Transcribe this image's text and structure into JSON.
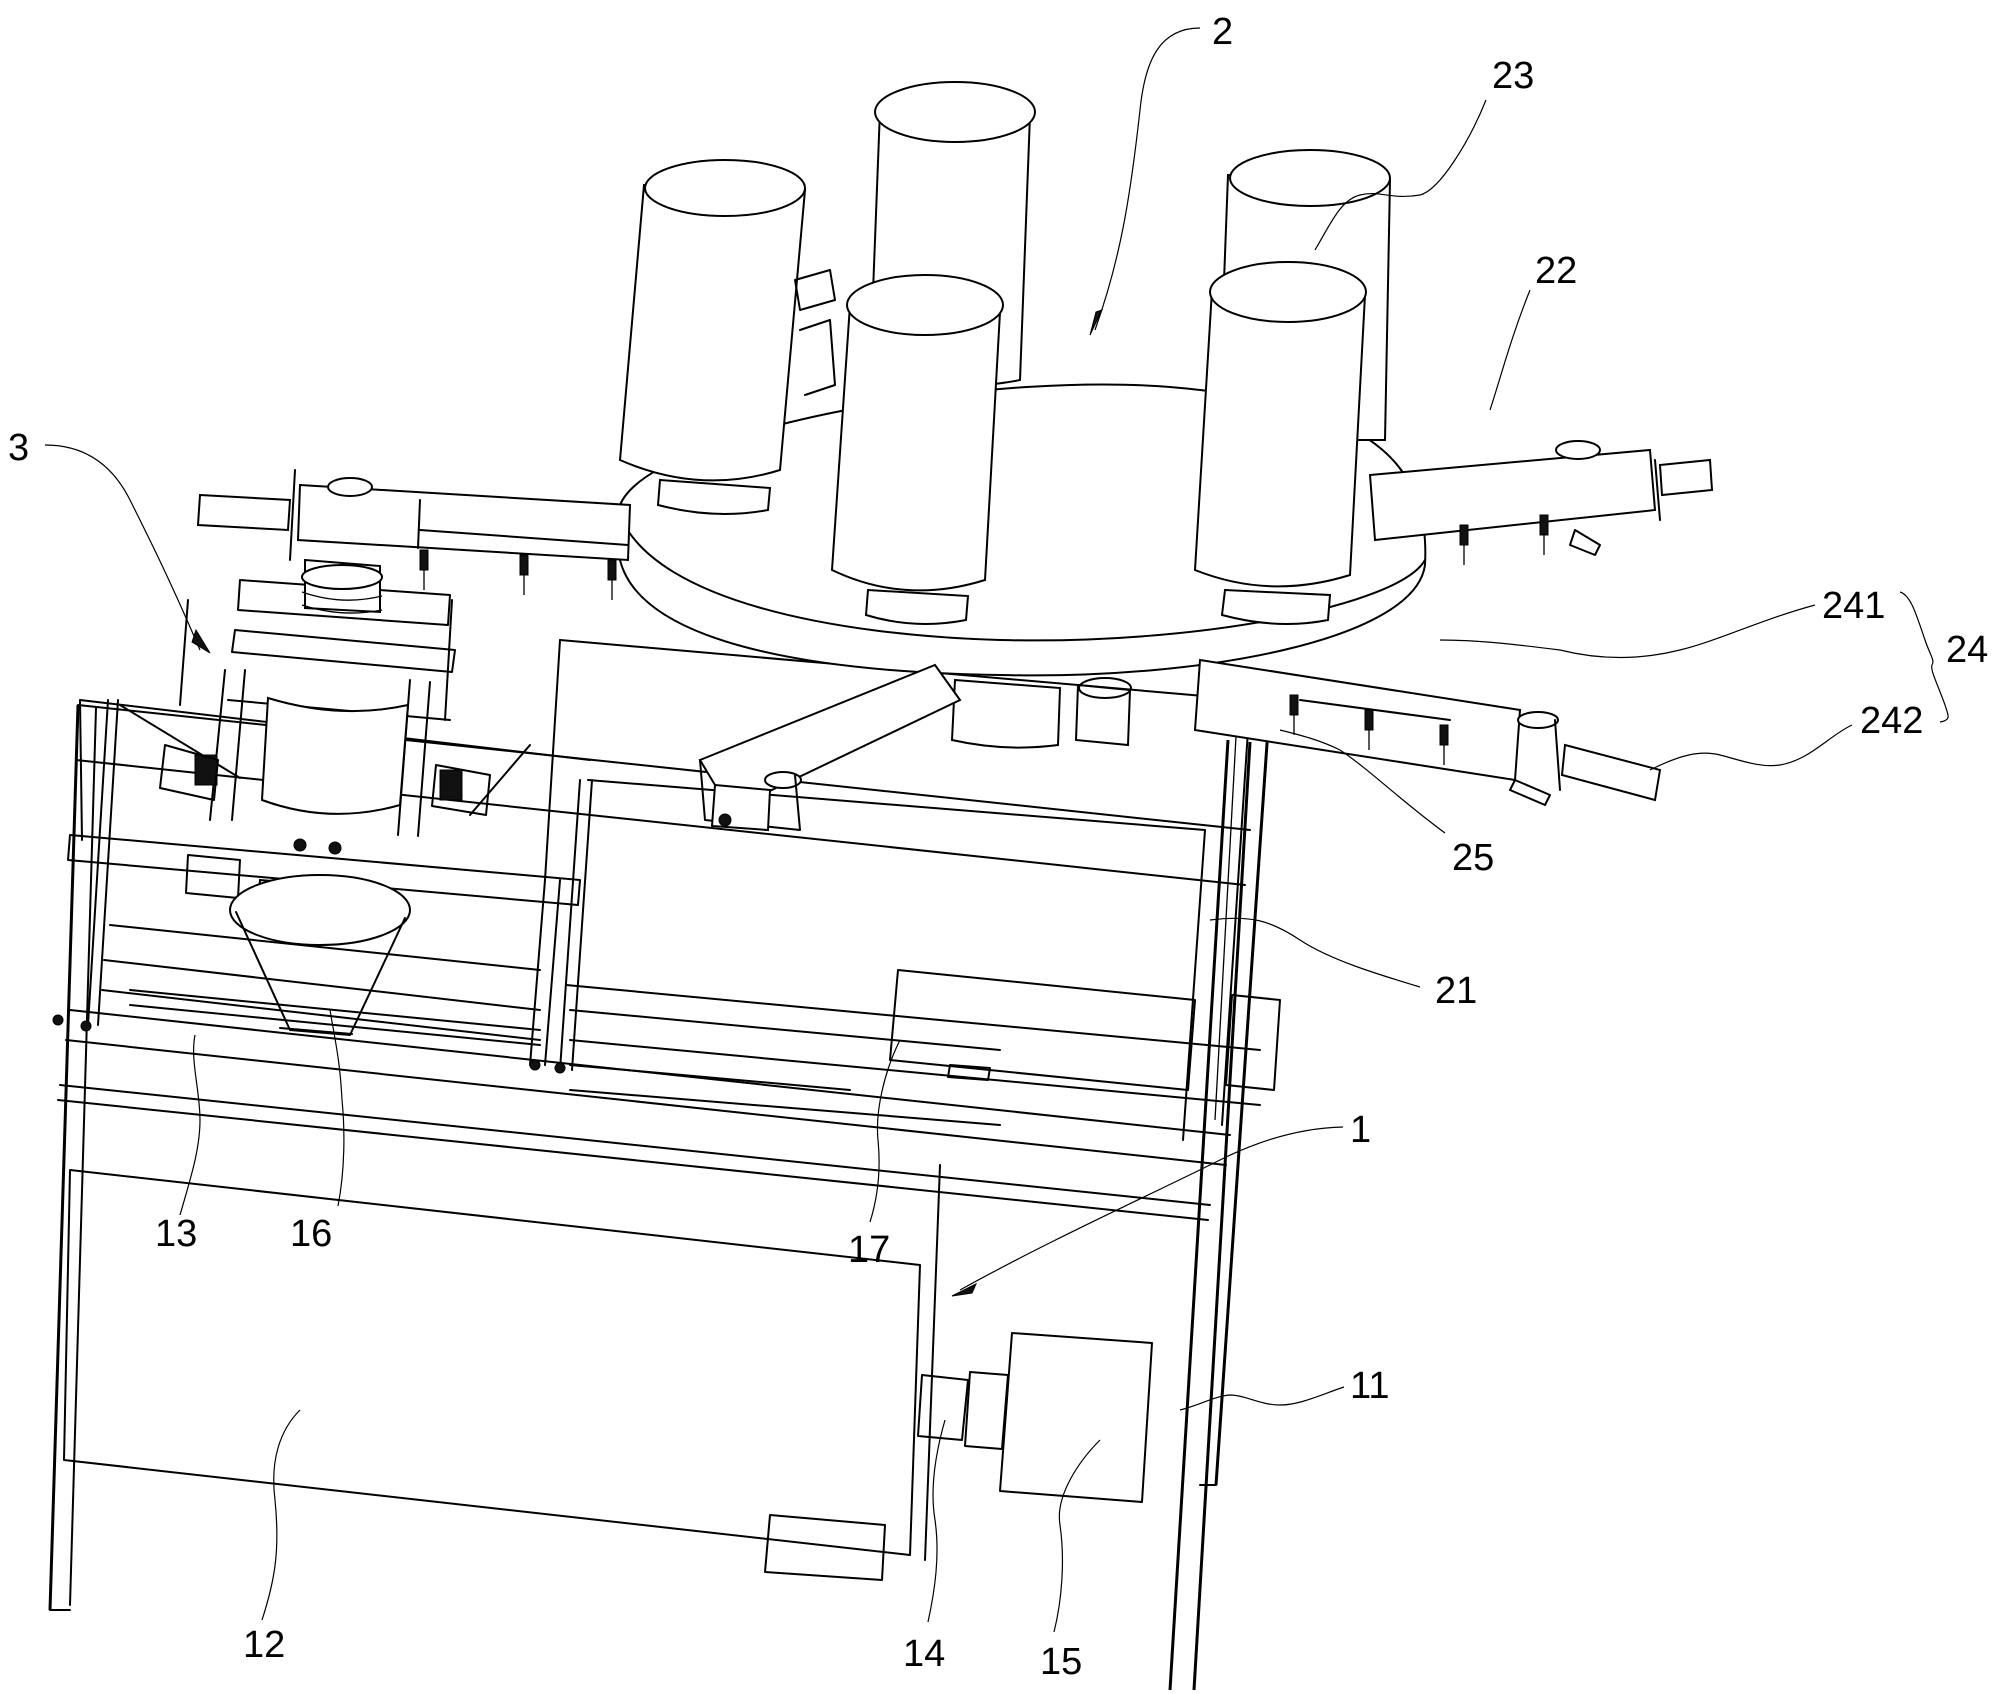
{
  "figure": {
    "type": "patent-line-drawing",
    "subject": "isometric view of a rotary multi-station machine with frame, turntable, cylindrical canisters and push-rod assemblies",
    "stroke_color": "#000000",
    "background_color": "#ffffff"
  },
  "labels": {
    "l1": "1",
    "l2": "2",
    "l3": "3",
    "l11": "11",
    "l12": "12",
    "l13": "13",
    "l14": "14",
    "l15": "15",
    "l16": "16",
    "l17": "17",
    "l21": "21",
    "l22": "22",
    "l23": "23",
    "l24": "24",
    "l241": "241",
    "l242": "242",
    "l25": "25"
  }
}
